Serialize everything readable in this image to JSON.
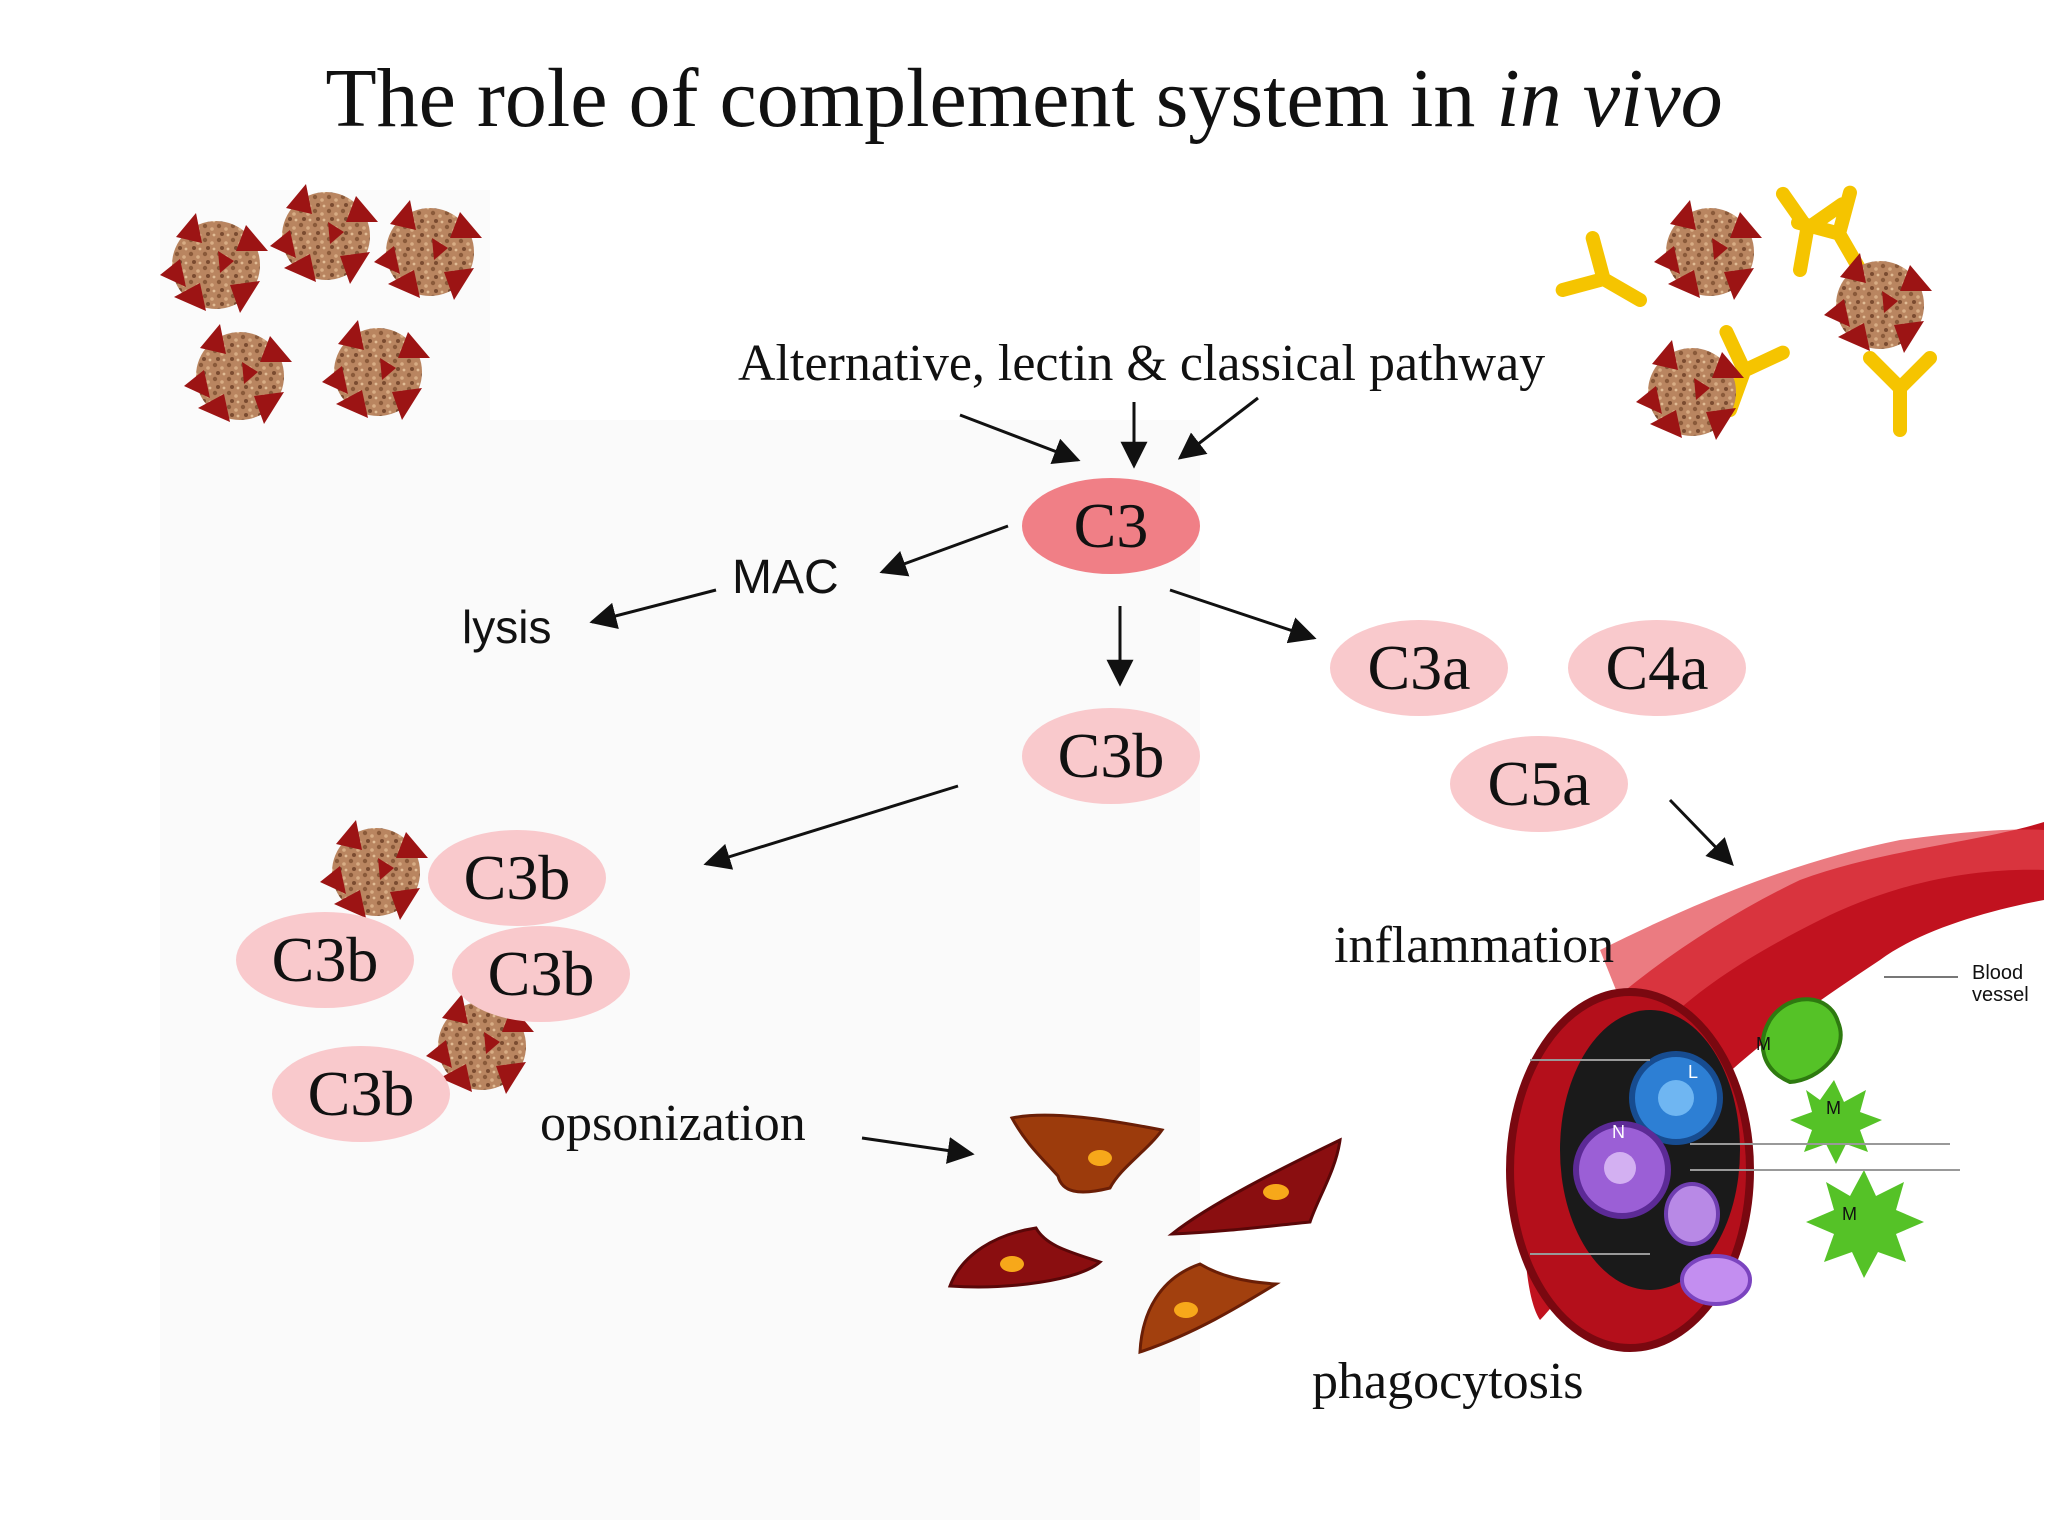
{
  "title": {
    "main": "The role of complement system in",
    "italic": "in vivo"
  },
  "labels": {
    "pathway": "Alternative, lectin & classical pathway",
    "mac": "MAC",
    "lysis": "lysis",
    "opsonization": "opsonization",
    "inflammation": "inflammation",
    "phagocytosis": "phagocytosis",
    "blood_vessel_1": "Blood",
    "blood_vessel_2": "vessel"
  },
  "nodes": {
    "c3": "C3",
    "c3b_center": "C3b",
    "c3a": "C3a",
    "c4a": "C4a",
    "c5a": "C5a",
    "c3b_cluster_1": "C3b",
    "c3b_cluster_2": "C3b",
    "c3b_cluster_3": "C3b",
    "c3b_cluster_4": "C3b"
  },
  "cell_markers": {
    "l": "L",
    "n": "N",
    "m1": "M",
    "m2": "M",
    "m3": "M"
  },
  "colors": {
    "c3_fill": "#f07f86",
    "fragment_fill": "#f9c9cc",
    "antibody": "#f5c400",
    "microbe_body": "#b07a55",
    "microbe_spike": "#9c1414",
    "phagocyte": "#8e1a0c",
    "vessel": "#c1121f"
  }
}
